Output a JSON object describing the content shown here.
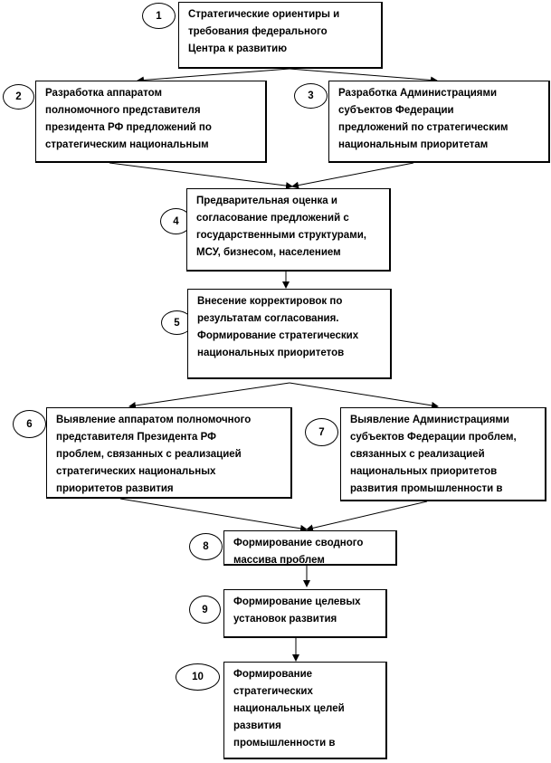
{
  "steps": [
    {
      "num": "1",
      "text": "Стратегические ориентиры и\nтребования федерального\nЦентра к развитию"
    },
    {
      "num": "2",
      "text": "Разработка аппаратом\nполномочного представителя\nпрезидента РФ предложений по\nстратегическим национальным"
    },
    {
      "num": "3",
      "text": "Разработка Администрациями\nсубъектов Федерации\nпредложений по стратегическим\nнациональным приоритетам"
    },
    {
      "num": "4",
      "text": "Предварительная оценка и\nсогласование предложений с\nгосударственными структурами,\nМСУ, бизнесом, населением"
    },
    {
      "num": "5",
      "text": "Внесение корректировок по\nрезультатам согласования.\nФормирование стратегических\nнациональных приоритетов"
    },
    {
      "num": "6",
      "text": "Выявление аппаратом полномочного\nпредставителя Президента РФ\nпроблем, связанных с реализацией\nстратегических национальных\nприоритетов развития"
    },
    {
      "num": "7",
      "text": "Выявление Администрациями\nсубъектов Федерации проблем,\nсвязанных с реализацией\nнациональных приоритетов\nразвития промышленности в"
    },
    {
      "num": "8",
      "text": "Формирование сводного\nмассива проблем"
    },
    {
      "num": "9",
      "text": "Формирование целевых\nустановок развития"
    },
    {
      "num": "10",
      "text": "Формирование\nстратегических\nнациональных целей\nразвития\nпромышленности в"
    }
  ]
}
